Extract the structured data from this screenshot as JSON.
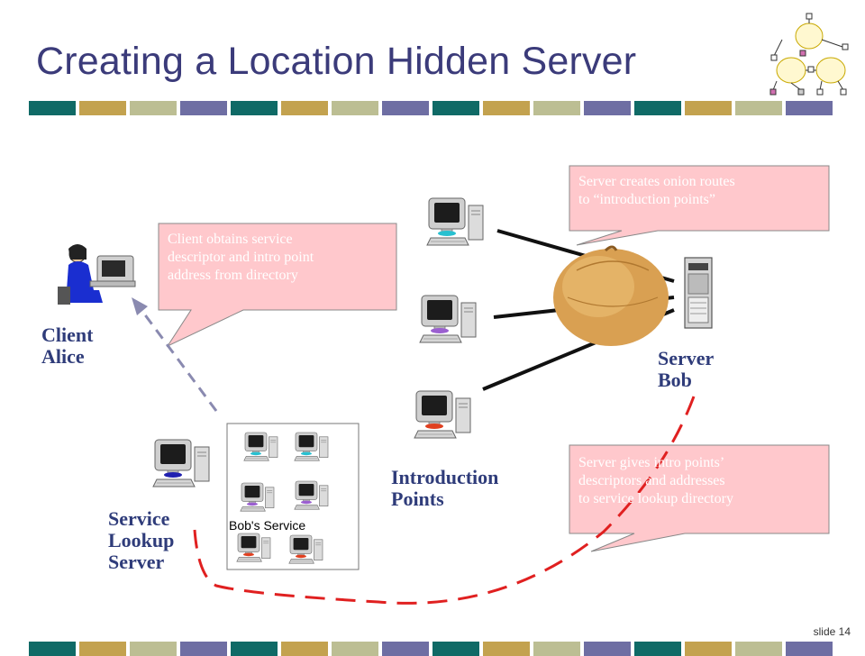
{
  "slide": {
    "title": "Creating a Location Hidden Server",
    "number_text": "slide 14"
  },
  "callouts": {
    "client": [
      "Client obtains service",
      "descriptor and intro point",
      "address from directory"
    ],
    "server_routes": [
      "Server creates onion routes",
      "to “introduction points”"
    ],
    "server_gives": [
      "Server gives intro points’",
      "descriptors and addresses",
      "to service lookup directory"
    ]
  },
  "labels": {
    "client": [
      "Client",
      "Alice"
    ],
    "server": [
      "Server",
      "Bob"
    ],
    "intro": [
      "Introduction",
      "Points"
    ],
    "lookup": [
      "Service",
      "Lookup",
      "Server"
    ],
    "bobs_service": "Bob's Service"
  },
  "colors": {
    "callout_fill": "#ffc8cc",
    "label_text": "#2f3c7a",
    "dashed_red": "#e02020",
    "dashed_blue": "#8a8ab0"
  }
}
